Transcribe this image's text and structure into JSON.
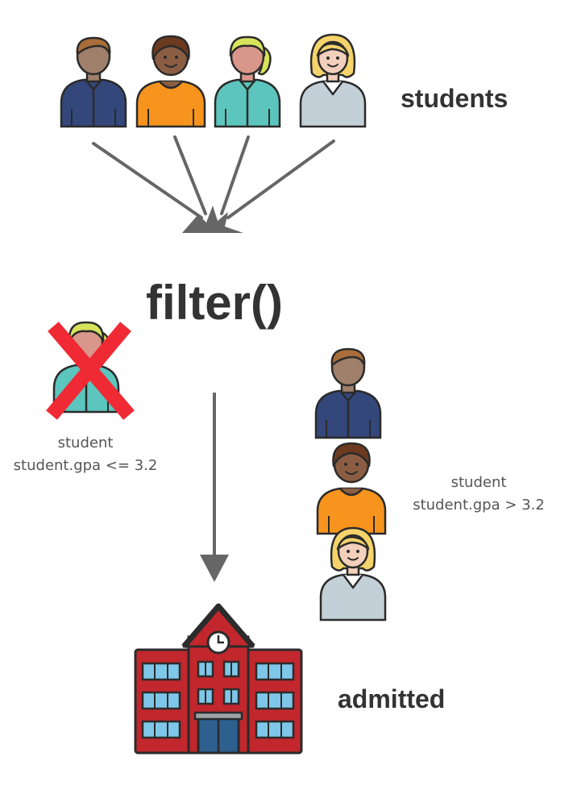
{
  "labels": {
    "top_title": "students",
    "function_name": "filter()",
    "rejected_line1": "student",
    "rejected_line2": "student.gpa <= 3.2",
    "passed_line1": "student",
    "passed_line2": "student.gpa > 3.2",
    "bottom_title": "admitted"
  },
  "colors": {
    "arrow": "#666666",
    "reject_mark": "#ef2a35",
    "outline": "#2b2b2b",
    "navy_shirt": "#34477b",
    "orange_shirt": "#f7941d",
    "teal_shirt": "#5cc5bd",
    "gray_shirt": "#c4d0d8",
    "school_red": "#c1272d",
    "school_window": "#7fc7e8"
  },
  "icons": {
    "person_1": "man-navy-icon",
    "person_2": "boy-orange-icon",
    "person_3": "girl-teal-icon",
    "person_4": "girl-gray-icon",
    "building": "school-building-icon",
    "reject": "red-x-icon"
  }
}
